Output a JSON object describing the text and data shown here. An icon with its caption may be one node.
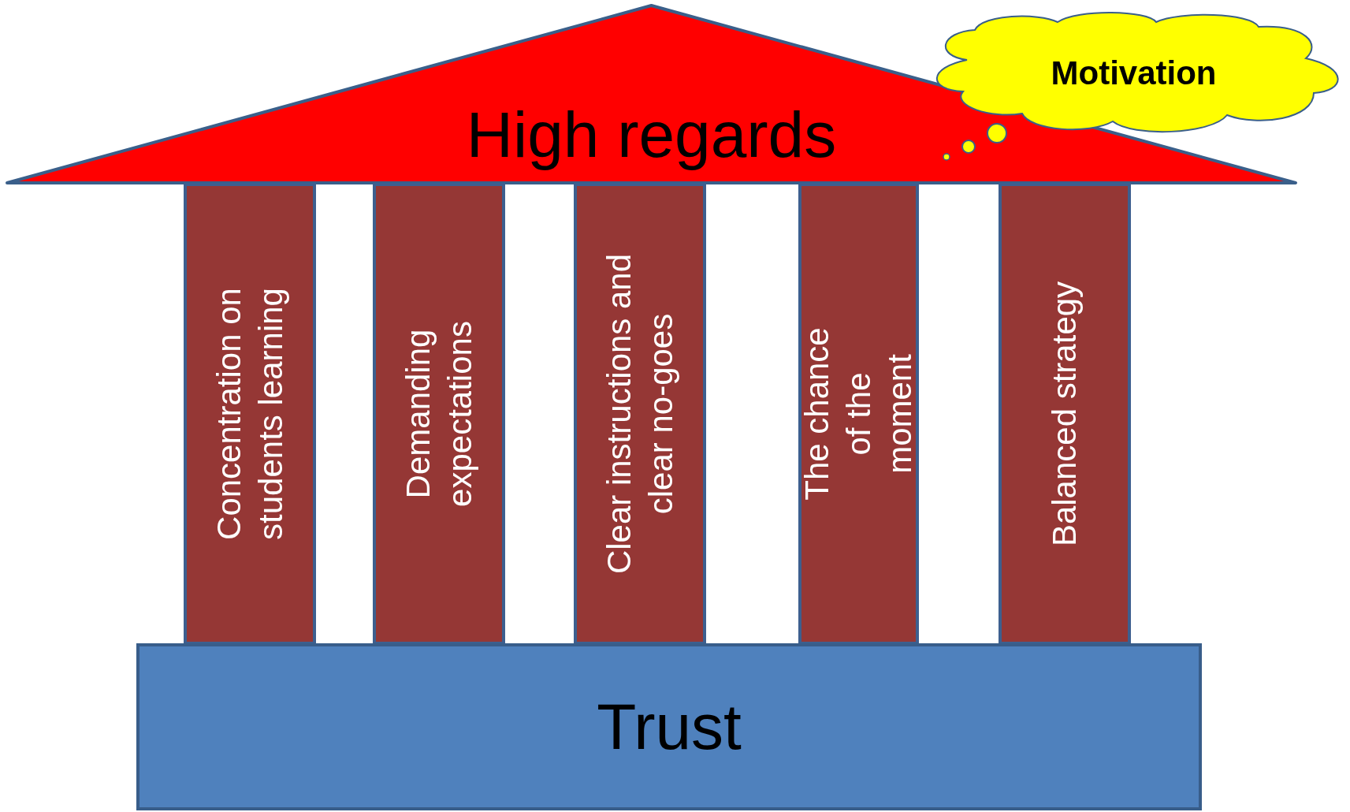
{
  "diagram": {
    "nodes": [
      {
        "text": [
          "High regards"
        ]
      },
      {
        "text": [
          "Motivation"
        ]
      },
      {
        "text": [
          "Concentration on students learning"
        ]
      },
      {
        "text": [
          "Demanding expectations"
        ]
      },
      {
        "text": [
          "Clear instructions and clear no-goes"
        ]
      },
      {
        "text": [
          "The chance of the moment"
        ]
      },
      {
        "text": [
          "Balanced strategy"
        ]
      },
      {
        "text": [
          "Trust"
        ]
      }
    ]
  }
}
